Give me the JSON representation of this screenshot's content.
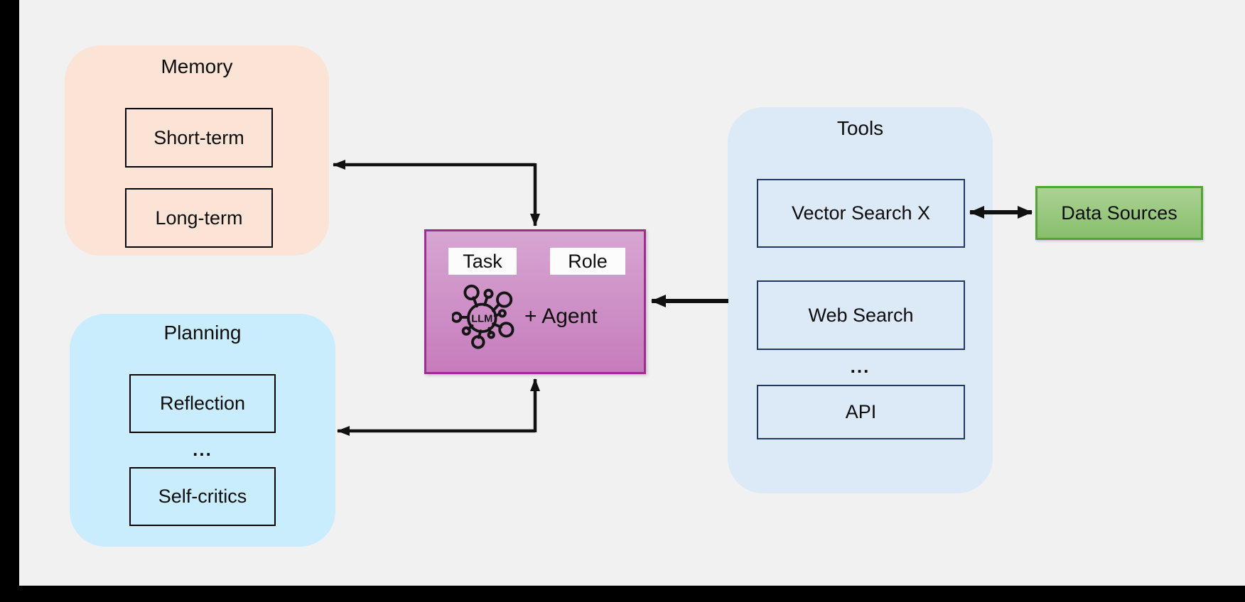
{
  "diagram": {
    "background": "#F1F1F1",
    "frame_color": "#000000",
    "arrow_color": "#111111",
    "memory": {
      "title": "Memory",
      "fill": "#FBE3D5",
      "items": [
        "Short-term",
        "Long-term"
      ]
    },
    "planning": {
      "title": "Planning",
      "fill": "#C9EDFC",
      "items": [
        "Reflection",
        "...",
        "Self-critics"
      ]
    },
    "agent": {
      "task_label": "Task",
      "role_label": "Role",
      "llm_icon_label": "LLM",
      "agent_label": "+ Agent",
      "fill_top": "#D7A6D2",
      "fill_bottom": "#C67CBC",
      "border": "#A02B93"
    },
    "tools": {
      "title": "Tools",
      "fill": "#DCE9F7",
      "border": "#1F3864",
      "items": [
        "Vector Search X",
        "Web Search",
        "...",
        "API"
      ]
    },
    "data_sources": {
      "label": "Data Sources",
      "fill_top": "#ABD293",
      "fill_bottom": "#88BE6C",
      "border": "#54A336"
    }
  }
}
